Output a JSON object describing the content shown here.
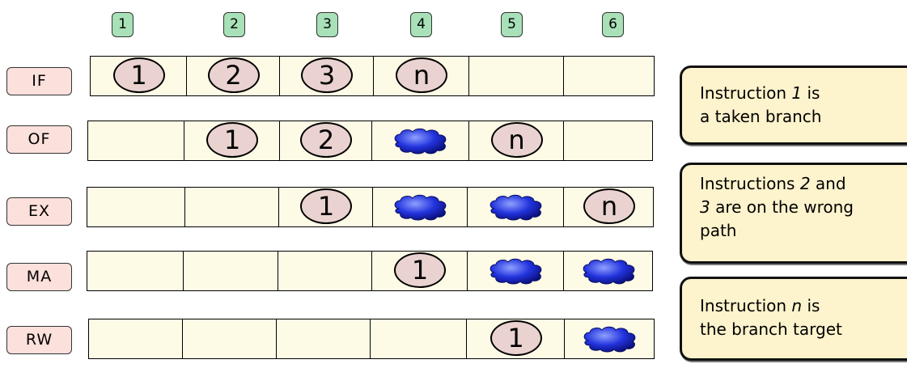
{
  "cycles": [
    "1",
    "2",
    "3",
    "4",
    "5",
    "6"
  ],
  "stages": [
    "IF",
    "OF",
    "EX",
    "MA",
    "RW"
  ],
  "grid": [
    [
      "1",
      "2",
      "3",
      "n",
      "",
      ""
    ],
    [
      "",
      "1",
      "2",
      "bubble",
      "n",
      ""
    ],
    [
      "",
      "",
      "1",
      "bubble",
      "bubble",
      "n"
    ],
    [
      "",
      "",
      "",
      "1",
      "bubble",
      "bubble"
    ],
    [
      "",
      "",
      "",
      "",
      "1",
      "bubble"
    ]
  ],
  "notes": [
    {
      "parts": [
        "Instruction ",
        "1",
        " is",
        "a taken branch"
      ]
    },
    {
      "parts": [
        "Instructions ",
        "2",
        " and",
        "3",
        " are on the wrong",
        "path"
      ]
    },
    {
      "parts": [
        "Instruction ",
        "n",
        " is",
        "the branch target"
      ]
    }
  ],
  "colors": {
    "cycle_fill": "#a8e0b8",
    "stage_fill": "#fbe0db",
    "cell_fill": "#fdfbe6",
    "token_fill": "#e9d2cf",
    "bubble_fill": "#2233dd",
    "note_fill": "#fdf3cc"
  }
}
